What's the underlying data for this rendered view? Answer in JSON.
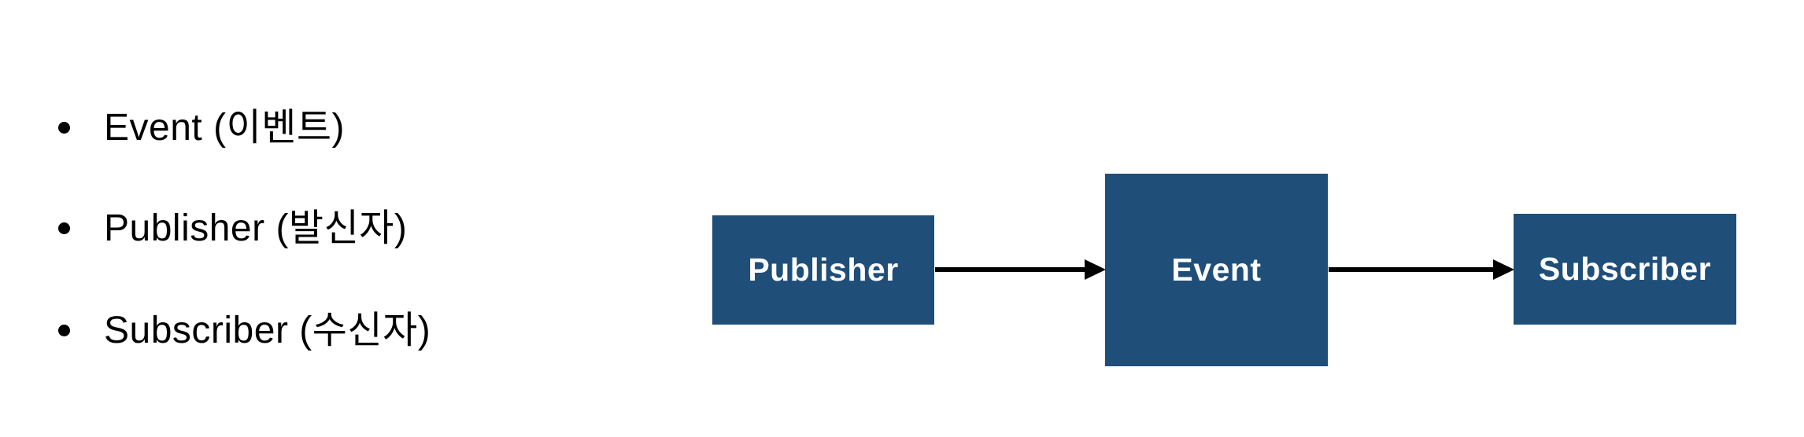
{
  "colors": {
    "background": "#ffffff",
    "box_fill": "#1F4E79",
    "box_label": "#ffffff",
    "bullet_text": "#000000",
    "arrow": "#000000"
  },
  "bullet_list": {
    "items": [
      {
        "label": "Event (이벤트)"
      },
      {
        "label": "Publisher (발신자)"
      },
      {
        "label": "Subscriber (수신자)"
      }
    ]
  },
  "diagram": {
    "nodes": [
      {
        "id": "publisher",
        "label": "Publisher"
      },
      {
        "id": "event",
        "label": "Event"
      },
      {
        "id": "subscriber",
        "label": "Subscriber"
      }
    ],
    "edges": [
      {
        "from": "publisher",
        "to": "event"
      },
      {
        "from": "event",
        "to": "subscriber"
      }
    ]
  }
}
